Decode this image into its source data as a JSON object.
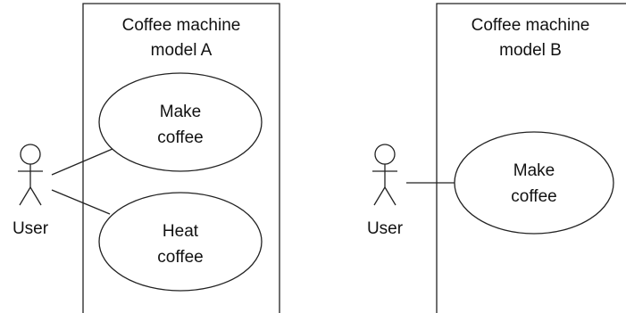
{
  "diagrams": [
    {
      "system": {
        "title_line1": "Coffee machine",
        "title_line2": "model A"
      },
      "actor": {
        "label": "User"
      },
      "use_cases": [
        {
          "line1": "Make",
          "line2": "coffee"
        },
        {
          "line1": "Heat",
          "line2": "coffee"
        }
      ]
    },
    {
      "system": {
        "title_line1": "Coffee machine",
        "title_line2": "model B"
      },
      "actor": {
        "label": "User"
      },
      "use_cases": [
        {
          "line1": "Make",
          "line2": "coffee"
        }
      ]
    }
  ]
}
